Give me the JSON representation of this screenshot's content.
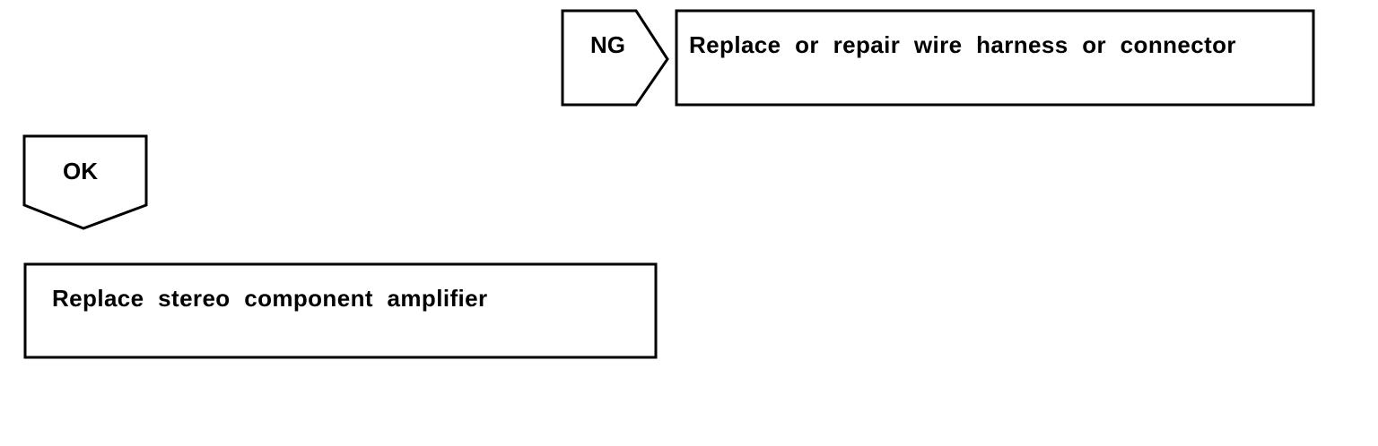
{
  "ng_branch": {
    "tag": "NG",
    "action": "Replace or repair wire harness or connector"
  },
  "ok_branch": {
    "tag": "OK",
    "action": "Replace stereo component amplifier"
  },
  "colors": {
    "line": "#000000",
    "background": "#ffffff"
  }
}
